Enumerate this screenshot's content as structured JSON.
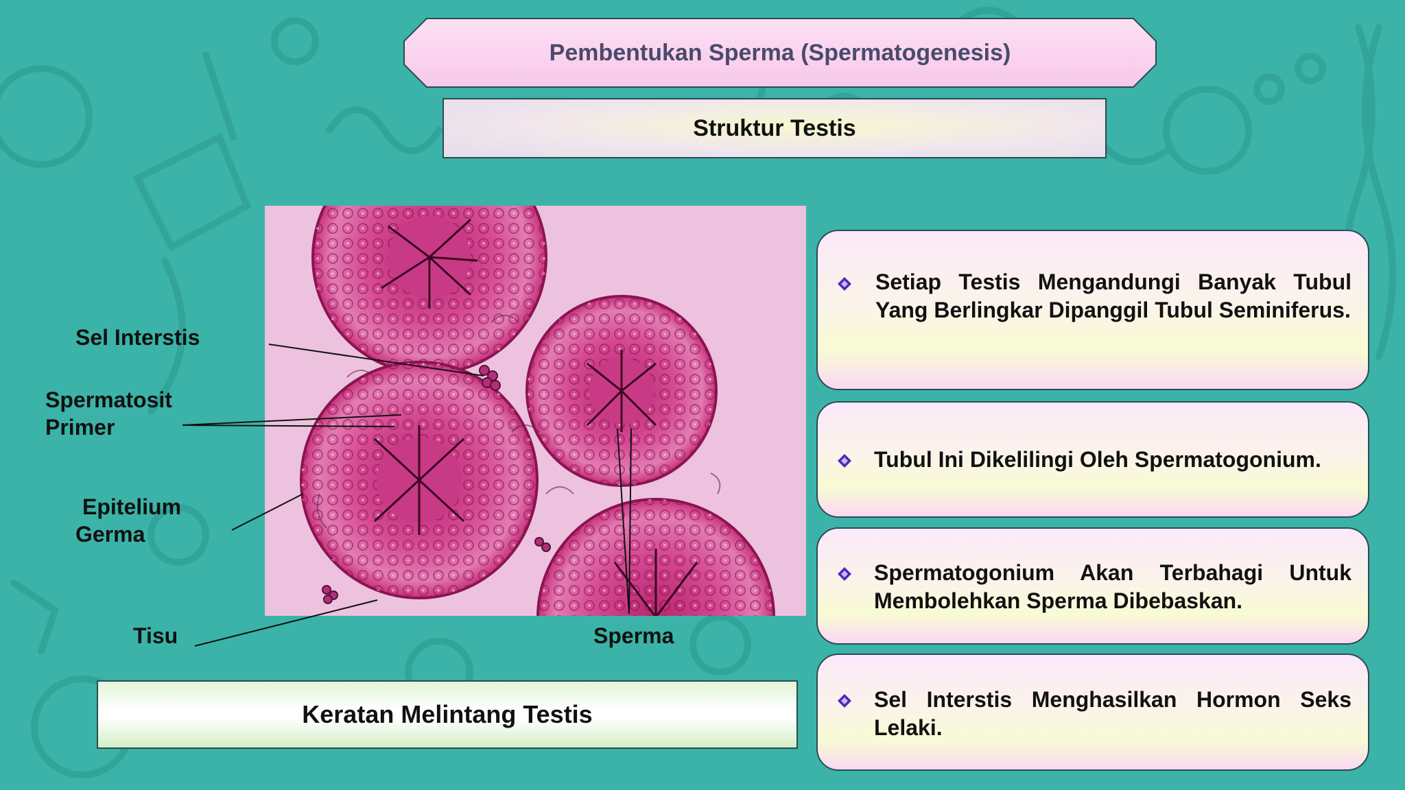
{
  "slide": {
    "title": "Pembentukan Sperma (Spermatogenesis)",
    "subtitle": "Struktur Testis",
    "caption": "Keratan Melintang Testis"
  },
  "labels": {
    "sel_interstis": "Sel Interstis",
    "spermatosit_line1": "Spermatosit",
    "spermatosit_line2": "Primer",
    "epitelium_line1": "Epitelium",
    "epitelium_line2": "Germa",
    "tisu": "Tisu",
    "sperma": "Sperma"
  },
  "cards": [
    {
      "text": "Setiap Testis Mengandungi Banyak Tubul Yang Berlingkar Dipanggil Tubul Seminiferus."
    },
    {
      "text": "Tubul Ini Dikelilingi Oleh Spermatogonium."
    },
    {
      "text": "Spermatogonium Akan Terbahagi Untuk Membolehkan Sperma Dibebaskan."
    },
    {
      "text": "Sel Interstis Menghasilkan Hormon Seks Lelaki."
    }
  ],
  "colors": {
    "background": "#3bb3a8",
    "bullet": "#4b2bb5",
    "tubule": "#c8307c"
  },
  "icons": {
    "bullet": "diamond-bullet-icon"
  }
}
